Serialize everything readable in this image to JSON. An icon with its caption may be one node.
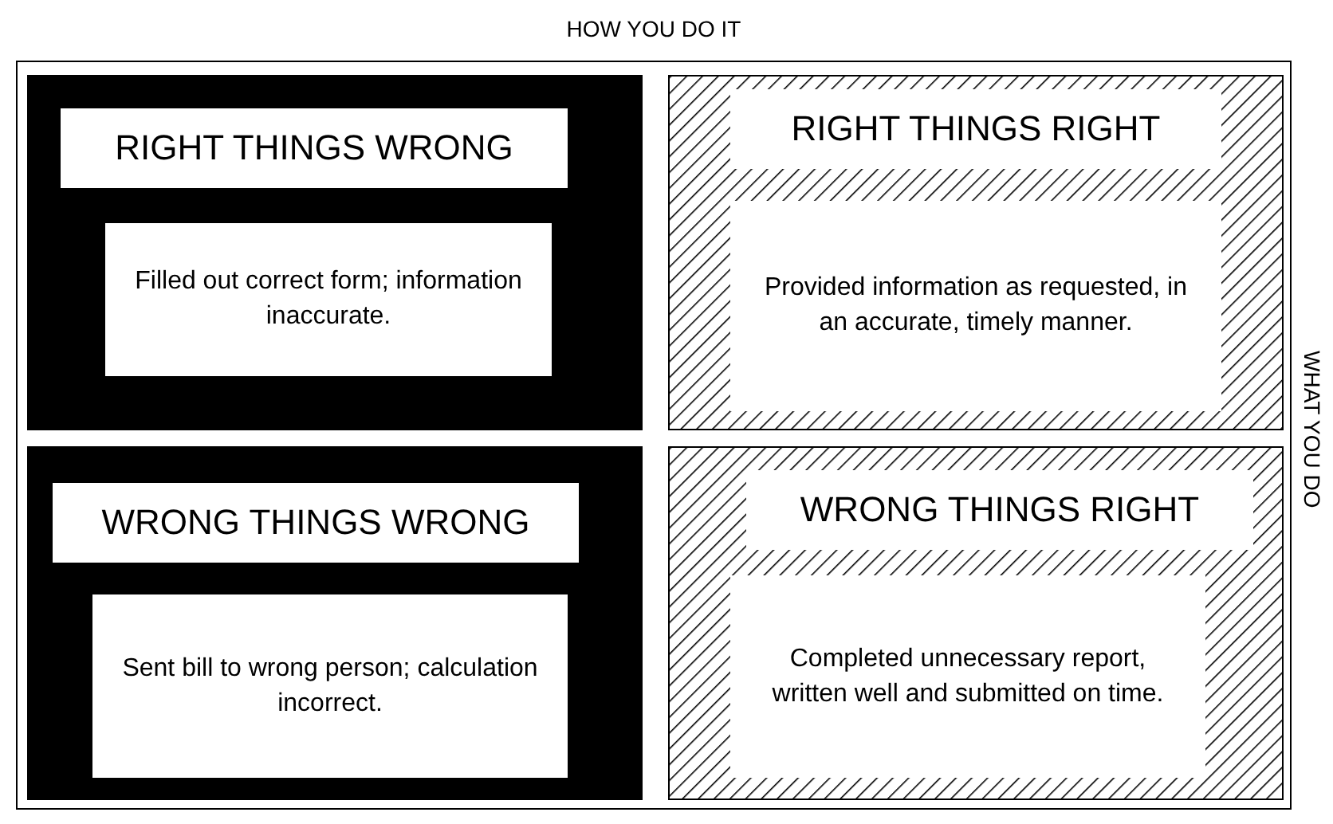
{
  "diagram": {
    "nodes": [
      {
        "text": [
          "RIGHT THINGS WRONG",
          "Filled out correct form; information inaccurate."
        ]
      },
      {
        "text": [
          "RIGHT THINGS RIGHT",
          "Provided information as requested, in an accurate, timely manner."
        ]
      },
      {
        "text": [
          "WRONG THINGS WRONG",
          "Sent bill to wrong person; calculation incorrect."
        ]
      },
      {
        "text": [
          "WRONG THINGS RIGHT",
          "Completed unnecessary report, written well and submitted on time."
        ]
      }
    ],
    "edges": [],
    "labels": [
      "HOW YOU DO IT",
      "WHAT YOU DO"
    ]
  }
}
